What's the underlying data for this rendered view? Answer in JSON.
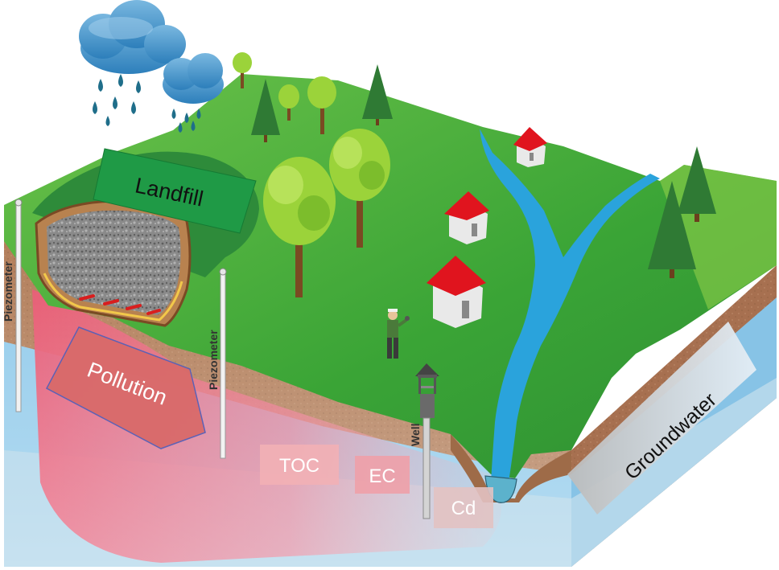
{
  "labels": {
    "landfill": "Landfill",
    "pollution": "Pollution",
    "piezometer_left": "Piezometer",
    "piezometer_right": "Piezometer",
    "well": "Well",
    "groundwater": "Groundwater",
    "toc": "TOC",
    "ec": "EC",
    "cd": "Cd"
  },
  "colors": {
    "grass": "#3fa33a",
    "soil": "#b07a55",
    "groundwater": "#8ec9ea",
    "plume": "#e8627a",
    "river": "#2aa3dc",
    "roof": "#e0141e",
    "landfill_label": "#1f9a46",
    "pollution_arrow": "#d96a6a"
  },
  "icons": [
    "rain-cloud-icon",
    "tree-icon",
    "pine-tree-icon",
    "house-icon",
    "person-icon",
    "well-icon"
  ]
}
